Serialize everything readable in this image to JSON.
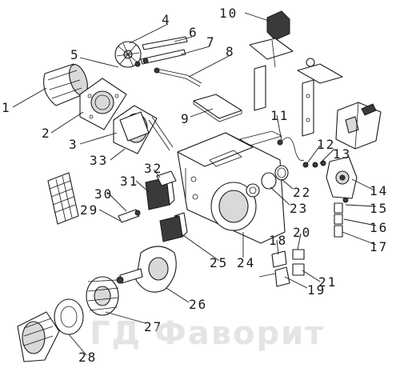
{
  "watermark": "ГД Фаворит",
  "callouts": [
    {
      "n": "1"
    },
    {
      "n": "2"
    },
    {
      "n": "3"
    },
    {
      "n": "4"
    },
    {
      "n": "5"
    },
    {
      "n": "6"
    },
    {
      "n": "7"
    },
    {
      "n": "8"
    },
    {
      "n": "9"
    },
    {
      "n": "10"
    },
    {
      "n": "11"
    },
    {
      "n": "12"
    },
    {
      "n": "13"
    },
    {
      "n": "14"
    },
    {
      "n": "15"
    },
    {
      "n": "16"
    },
    {
      "n": "17"
    },
    {
      "n": "18"
    },
    {
      "n": "19"
    },
    {
      "n": "20"
    },
    {
      "n": "21"
    },
    {
      "n": "22"
    },
    {
      "n": "23"
    },
    {
      "n": "24"
    },
    {
      "n": "25"
    },
    {
      "n": "26"
    },
    {
      "n": "27"
    },
    {
      "n": "28"
    },
    {
      "n": "29"
    },
    {
      "n": "30"
    },
    {
      "n": "31"
    },
    {
      "n": "32"
    },
    {
      "n": "33"
    }
  ]
}
